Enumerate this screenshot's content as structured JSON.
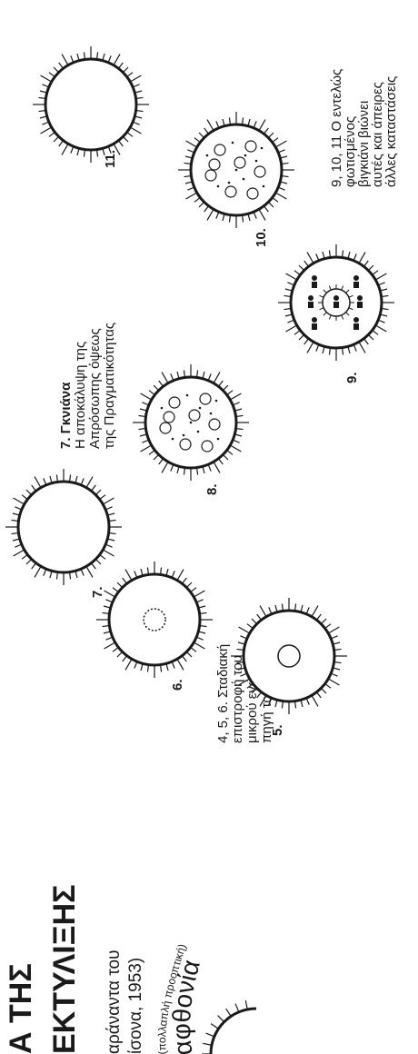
{
  "title": {
    "line1": "Α ΤΗΣ",
    "line2": "ΕΚΤΥΛΙΞΗΣ"
  },
  "subtitle": {
    "line1": "αράναντα του",
    "line2": "ίσονα, 1953)"
  },
  "curved_text": {
    "large": "αφθονία",
    "small": "(πολλαπλή προοπτική)"
  },
  "stages": [
    {
      "number": "5.",
      "kind": "small-ego"
    },
    {
      "number": "6.",
      "kind": "dotted-ego"
    },
    {
      "number": "7.",
      "kind": "empty"
    },
    {
      "number": "8.",
      "kind": "scattered-dots"
    },
    {
      "number": "9.",
      "kind": "figures"
    },
    {
      "number": "10.",
      "kind": "scattered-dots"
    },
    {
      "number": "11.",
      "kind": "empty"
    }
  ],
  "annotations": {
    "a456": [
      "4, 5, 6. Σταδιακή",
      "επιστροφή του",
      "μικρού εγώ στην",
      "πηγή του"
    ],
    "a7": {
      "heading": "7. Γκνιάνα",
      "lines": [
        "Η αποκάλυψη της",
        "Απρόσωπης όψεως",
        "της Πραγματικότητας"
      ]
    },
    "a91011": [
      "9, 10, 11 Ο εντελώς",
      "φωτισμένος",
      "βιγκιάνι βιώνει",
      "αυτές και άπειρες",
      "άλλες καταστάσεις"
    ]
  },
  "colors": {
    "ink": "#1a1a1a",
    "background": "#ffffff"
  }
}
